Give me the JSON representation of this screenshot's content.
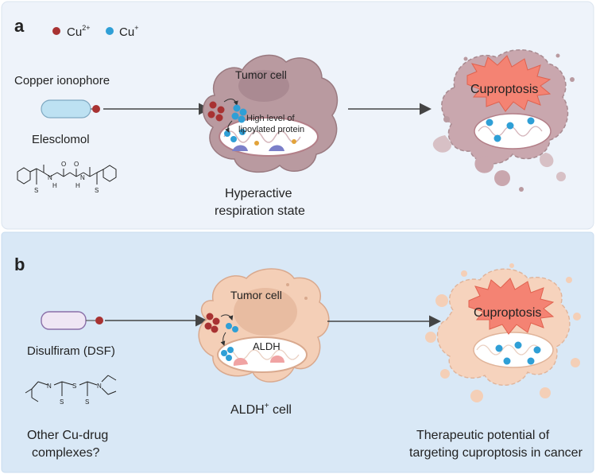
{
  "panel_a": {
    "label": "a",
    "legend": {
      "cu2": "Cu",
      "cu2_sup": "2+",
      "cu1": "Cu",
      "cu1_sup": "+"
    },
    "ionophore_title": "Copper ionophore",
    "drug_name": "Elesclomol",
    "cell_label": "Tumor cell",
    "lipoylated_line1": "High level of",
    "lipoylated_line2": "lipoylated protein",
    "state_line1": "Hyperactive",
    "state_line2": "respiration state",
    "burst_label": "Cuproptosis"
  },
  "panel_b": {
    "label": "b",
    "drug_name": "Disulfiram (DSF)",
    "cell_label": "Tumor cell",
    "aldh_label": "ALDH",
    "aldh_cell": "ALDH",
    "aldh_cell_sup": "+",
    "aldh_cell_suffix": " cell",
    "other_line1": "Other  Cu-drug",
    "other_line2": "complexes?",
    "burst_label": "Cuproptosis",
    "potential_line1": "Therapeutic potential of",
    "potential_line2": "targeting cuproptosis in cancer"
  },
  "chem": {
    "n": "N",
    "h": "H",
    "s": "S",
    "o": "O"
  },
  "colors": {
    "panel_a_bg": "#eef3fa",
    "panel_b_bg": "#d9e8f6",
    "cu2": "#a83232",
    "cu1": "#2f9fd6",
    "tumor_cell": "#b99aa0",
    "aldh_cell": "#f4cfb7",
    "burst": "#f48373"
  }
}
